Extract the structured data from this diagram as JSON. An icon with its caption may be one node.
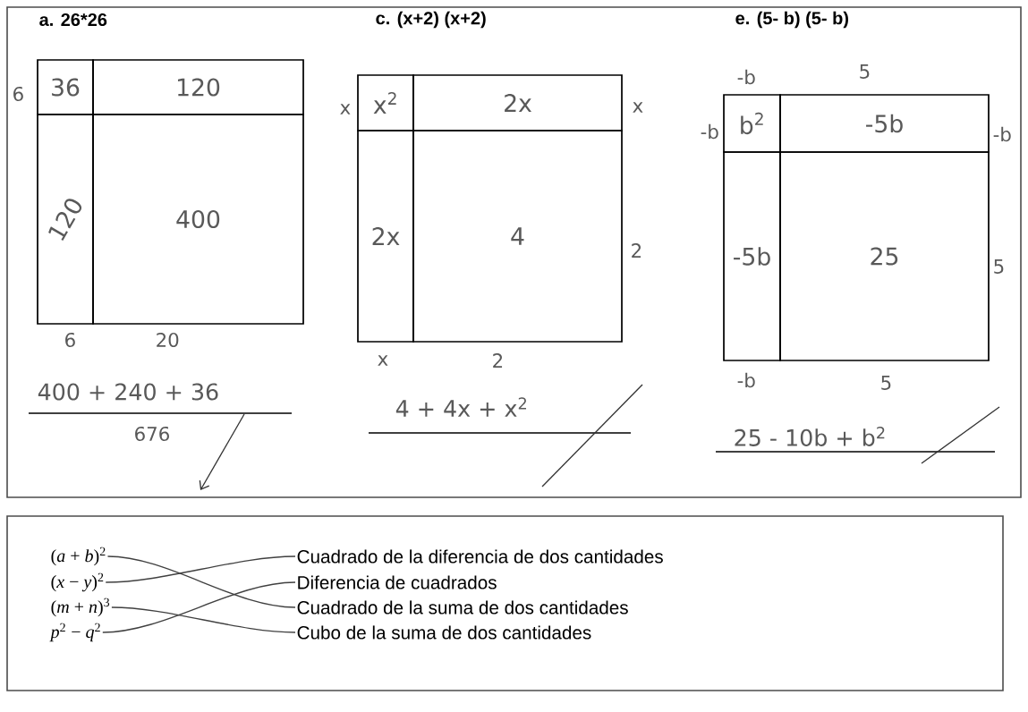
{
  "diagram": {
    "nodes": [
      {
        "text": [
          "36"
        ]
      },
      {
        "text": [
          "120"
        ]
      },
      {
        "text": [
          "120"
        ]
      },
      {
        "text": [
          "400"
        ]
      },
      {
        "text": [
          "x$^{2}$"
        ]
      },
      {
        "text": [
          "2x"
        ]
      },
      {
        "text": [
          "2x"
        ]
      },
      {
        "text": [
          "4"
        ]
      },
      {
        "text": [
          "b$^{2}$"
        ]
      },
      {
        "text": [
          "-5b"
        ]
      },
      {
        "text": [
          "-5b"
        ]
      },
      {
        "text": [
          "25"
        ]
      },
      {
        "text": [
          "(*a* + *b*)$^{2}$"
        ]
      },
      {
        "text": [
          "(*x* − *y*)$^{2}$"
        ]
      },
      {
        "text": [
          "(*m* + *n*)$^{3}$"
        ]
      },
      {
        "text": [
          "*p*$^{2}$ − *q*$^{2}$"
        ]
      },
      {
        "text": [
          "Cuadrado de la diferencia de dos cantidades"
        ]
      },
      {
        "text": [
          "Diferencia de cuadrados"
        ]
      },
      {
        "text": [
          "Cuadrado de la suma de dos cantidades"
        ]
      },
      {
        "text": [
          "Cubo de la suma de dos cantidades"
        ]
      }
    ],
    "edges": [
      {
        "from": 12,
        "to": 18,
        "arrow": "none"
      },
      {
        "from": 13,
        "to": 16,
        "arrow": "none"
      },
      {
        "from": 14,
        "to": 19,
        "arrow": "none"
      },
      {
        "from": 15,
        "to": 17,
        "arrow": "none"
      }
    ],
    "labels": [
      "a. 26*26",
      "c. (x+2) (x+2)",
      "e. (5- b) (5- b)",
      "6",
      "6",
      "20",
      "400 + 240 + 36",
      "676",
      "x",
      "x",
      "2",
      "x",
      "2",
      "4 + 4x + x$^{2}$",
      "-b",
      "5",
      "-b",
      "-b",
      "5",
      "-b",
      "5",
      "25 - 10b + b$^{2}$"
    ]
  }
}
